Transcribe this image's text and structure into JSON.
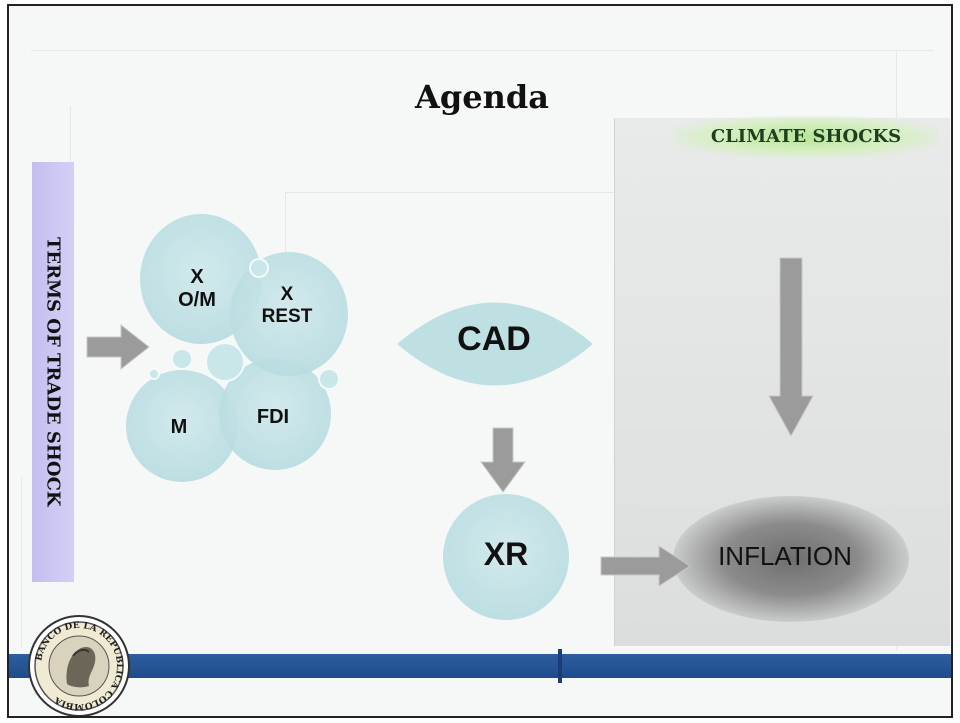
{
  "slide": {
    "title": "Agenda",
    "climate_shocks": "CLIMATE SHOCKS",
    "terms_of_trade": "TERMS OF TRADE SHOCK"
  },
  "bubbles": {
    "x_om": [
      "X",
      "O/M"
    ],
    "x_rest": [
      "X",
      "REST"
    ],
    "m": "M",
    "fdi": "FDI"
  },
  "nodes": {
    "cad": "CAD",
    "xr": "XR",
    "inflation": "INFLATION"
  },
  "logo": {
    "text": "BANCO DE LA REPUBLICA COLOMBIA"
  },
  "colors": {
    "bubble": "#bfe0e3",
    "arrow": "#9a9a9a",
    "footer_bar": "#2a5a9b",
    "tot_bar": "#c8c6f3",
    "climate_glow": "#b8e39a",
    "panel": "#e2e4e4"
  }
}
